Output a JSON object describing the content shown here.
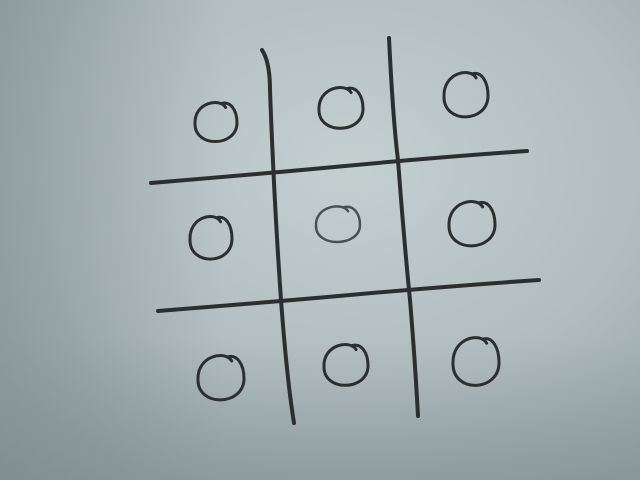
{
  "game": {
    "board_size": 3,
    "cells": [
      [
        "O",
        "O",
        "O"
      ],
      [
        "O",
        "O",
        "O"
      ],
      [
        "O",
        "O",
        "O"
      ]
    ]
  },
  "colors": {
    "paper_light": "#bfcbcc",
    "paper_mid": "#aab7b9",
    "paper_dark": "#8e9c9f",
    "ink": "#2b2f30",
    "ink_light": "#4a5153"
  }
}
